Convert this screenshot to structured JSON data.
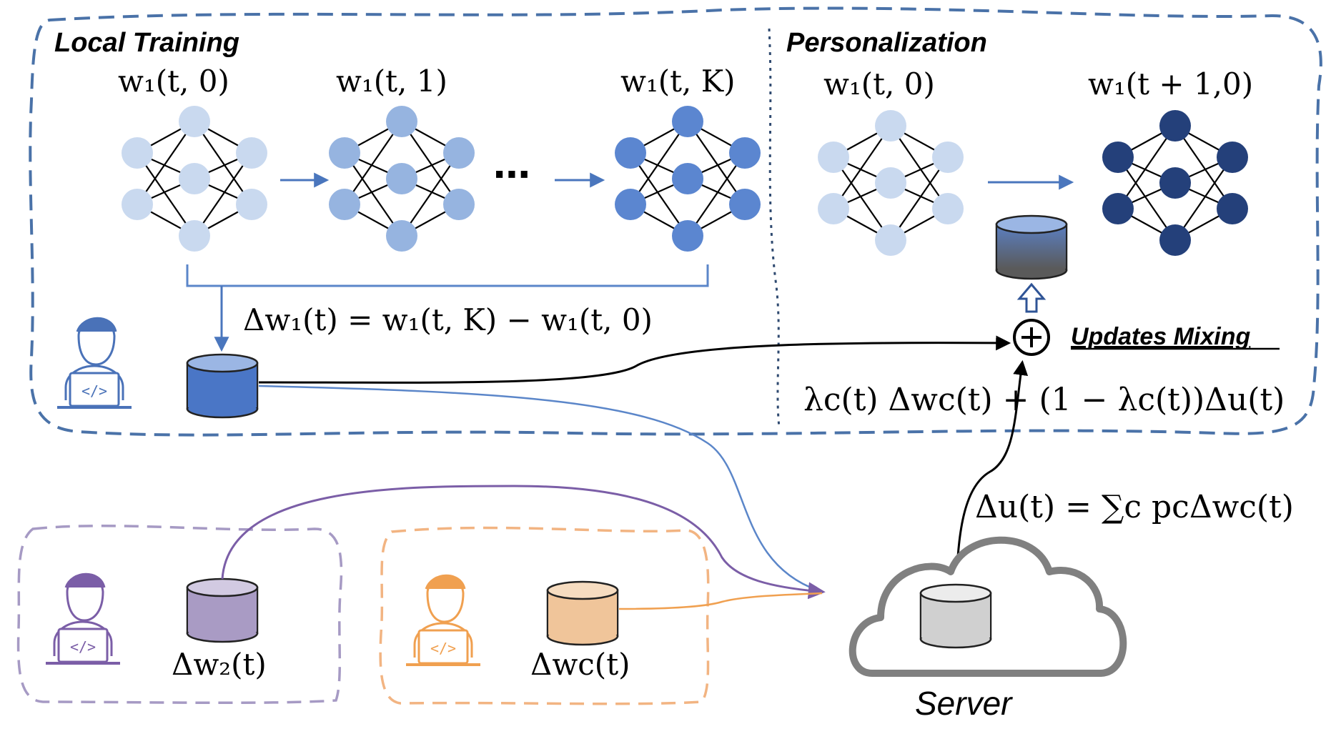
{
  "sections": {
    "local_training": "Local Training",
    "personalization": "Personalization"
  },
  "labels": {
    "w1_t0": "w₁(t, 0)",
    "w1_t1": "w₁(t, 1)",
    "w1_tK": "w₁(t, K)",
    "w1_t0_personal": "w₁(t, 0)",
    "w1_next": "w₁(t + 1,0)",
    "ellipsis": "⋯",
    "delta_w1": "Δw₁(t) = w₁(t, K) − w₁(t, 0)",
    "updates_mixing": "Updates Mixing",
    "mixing_formula": "λc(t) Δwc(t) + (1 − λc(t))Δu(t)",
    "server_update": "Δu(t) = ∑c pcΔwc(t)",
    "delta_w2": "Δw₂(t)",
    "delta_wc": "Δwc(t)",
    "server": "Server"
  },
  "colors": {
    "client1": "#4472c4",
    "client2": "#8064a2",
    "clientc": "#f4a460",
    "nn_stage0": "#c9d9ef",
    "nn_stage1": "#96b4e0",
    "nn_stageK": "#5b86d0",
    "nn_final": "#24407a",
    "server_outline": "#808080",
    "frame_client1": "#4472a8",
    "frame_client2": "#a093bf",
    "frame_clientc": "#f2b482"
  },
  "icons": [
    "user-laptop-icon",
    "database-icon",
    "cloud-icon",
    "plus-circle-icon",
    "arrow-icon"
  ]
}
